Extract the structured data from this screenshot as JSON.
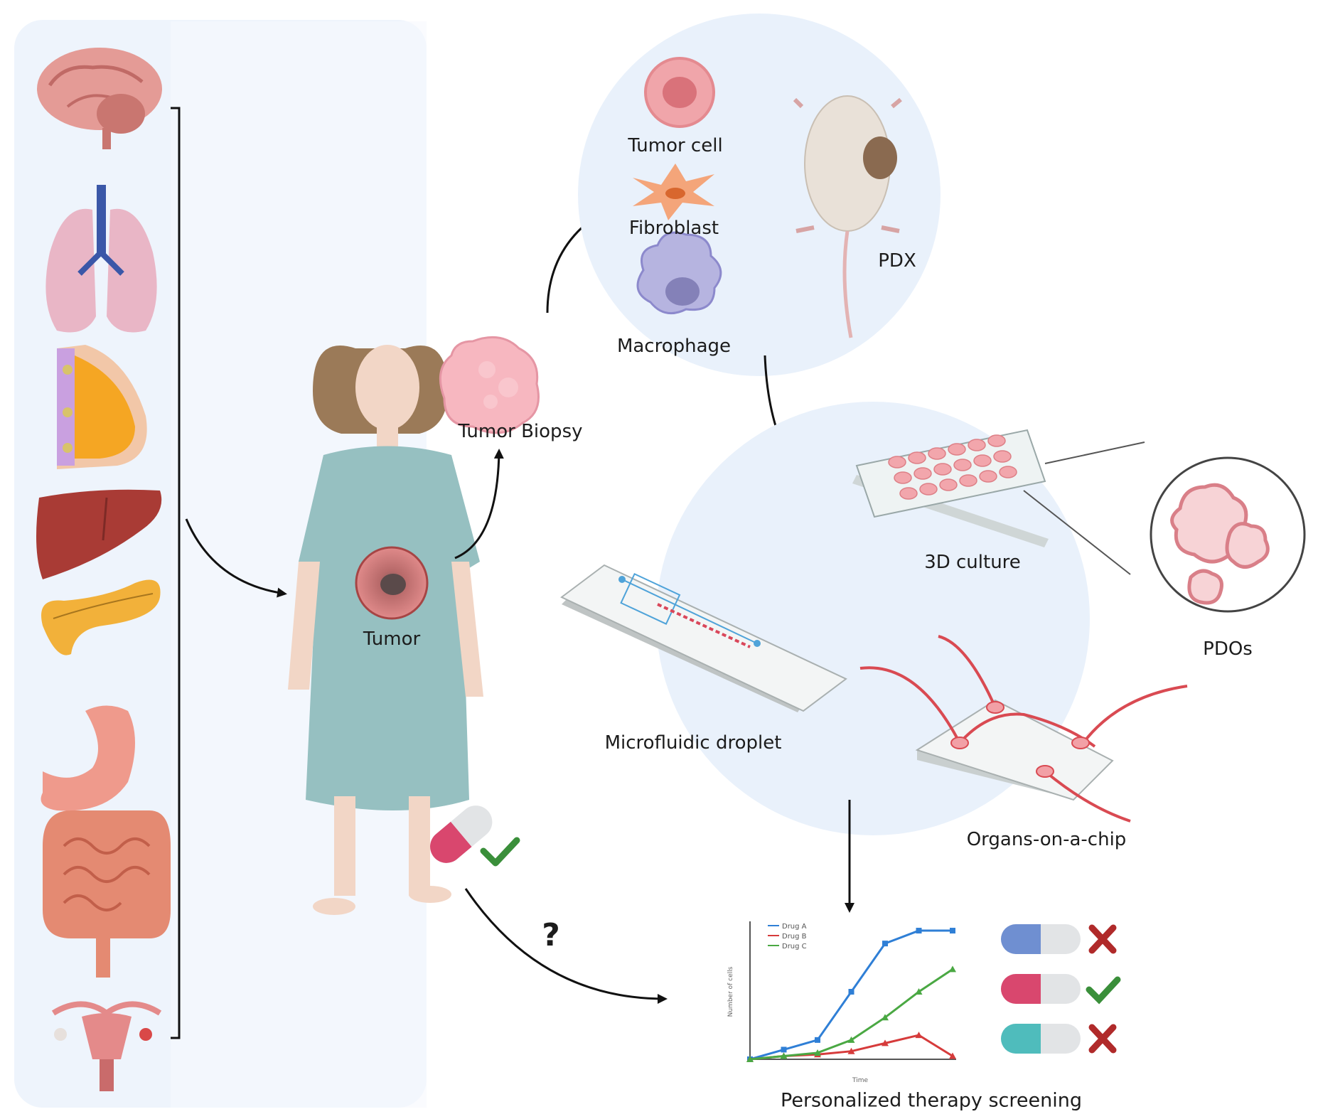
{
  "labels": {
    "tumor": "Tumor",
    "tumor_biopsy": "Tumor Biopsy",
    "tumor_cell": "Tumor cell",
    "fibroblast": "Fibroblast",
    "macrophage": "Macrophage",
    "pdx": "PDX",
    "culture_3d": "3D culture",
    "pdos": "PDOs",
    "microfluidic": "Microfluidic droplet",
    "organs_chip": "Organs-on-a-chip",
    "screening": "Personalized therapy screening",
    "question": "?"
  },
  "organs": [
    "brain",
    "lungs",
    "breast",
    "liver",
    "pancreas",
    "stomach",
    "intestine",
    "uterus"
  ],
  "chart_data": {
    "type": "line",
    "xlabel": "Time",
    "ylabel": "Number of cells",
    "series": [
      {
        "name": "Drug A",
        "color": "#2f7fd6",
        "marker": "square",
        "values": [
          0,
          0.3,
          0.6,
          2.1,
          3.6,
          4.0,
          4.0
        ]
      },
      {
        "name": "Drug B",
        "color": "#d63b3b",
        "marker": "triangle",
        "values": [
          0,
          0.1,
          0.15,
          0.25,
          0.5,
          0.75,
          0.1
        ]
      },
      {
        "name": "Drug C",
        "color": "#4aa843",
        "marker": "triangle",
        "values": [
          0,
          0.1,
          0.2,
          0.6,
          1.3,
          2.1,
          2.8
        ]
      }
    ],
    "ylim": [
      0,
      4.2
    ]
  },
  "drug_results": [
    {
      "color": "#6f8fd1",
      "result": "cross"
    },
    {
      "color": "#d9476e",
      "result": "check"
    },
    {
      "color": "#4fbcbc",
      "result": "cross"
    }
  ],
  "colors": {
    "panel_bg": "#eef4fc",
    "circle_bg": "#e9f1fb",
    "arrow": "#111111",
    "check": "#3a8f3a",
    "cross": "#b02a2a"
  }
}
